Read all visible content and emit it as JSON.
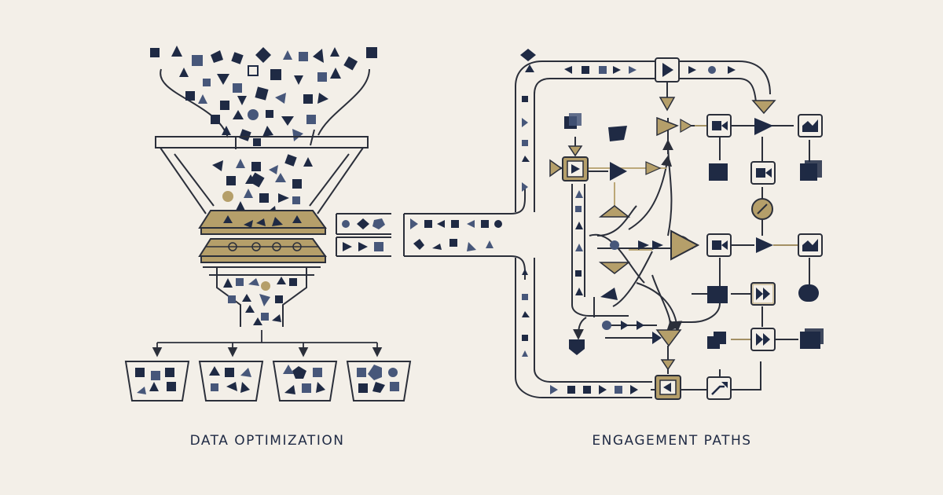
{
  "captions": {
    "left": "DATA OPTIMIZATION",
    "right": "ENGAGEMENT PATHS"
  },
  "colors": {
    "background": "#f3efe8",
    "navy": "#1f2a44",
    "slate": "#47577a",
    "gold": "#b59f6a",
    "line": "#2b2f3a"
  },
  "icons": [
    "funnel",
    "filter-layer",
    "bucket",
    "video-node",
    "chart-node",
    "fast-forward-node",
    "gauge-node",
    "flow-arrow"
  ]
}
